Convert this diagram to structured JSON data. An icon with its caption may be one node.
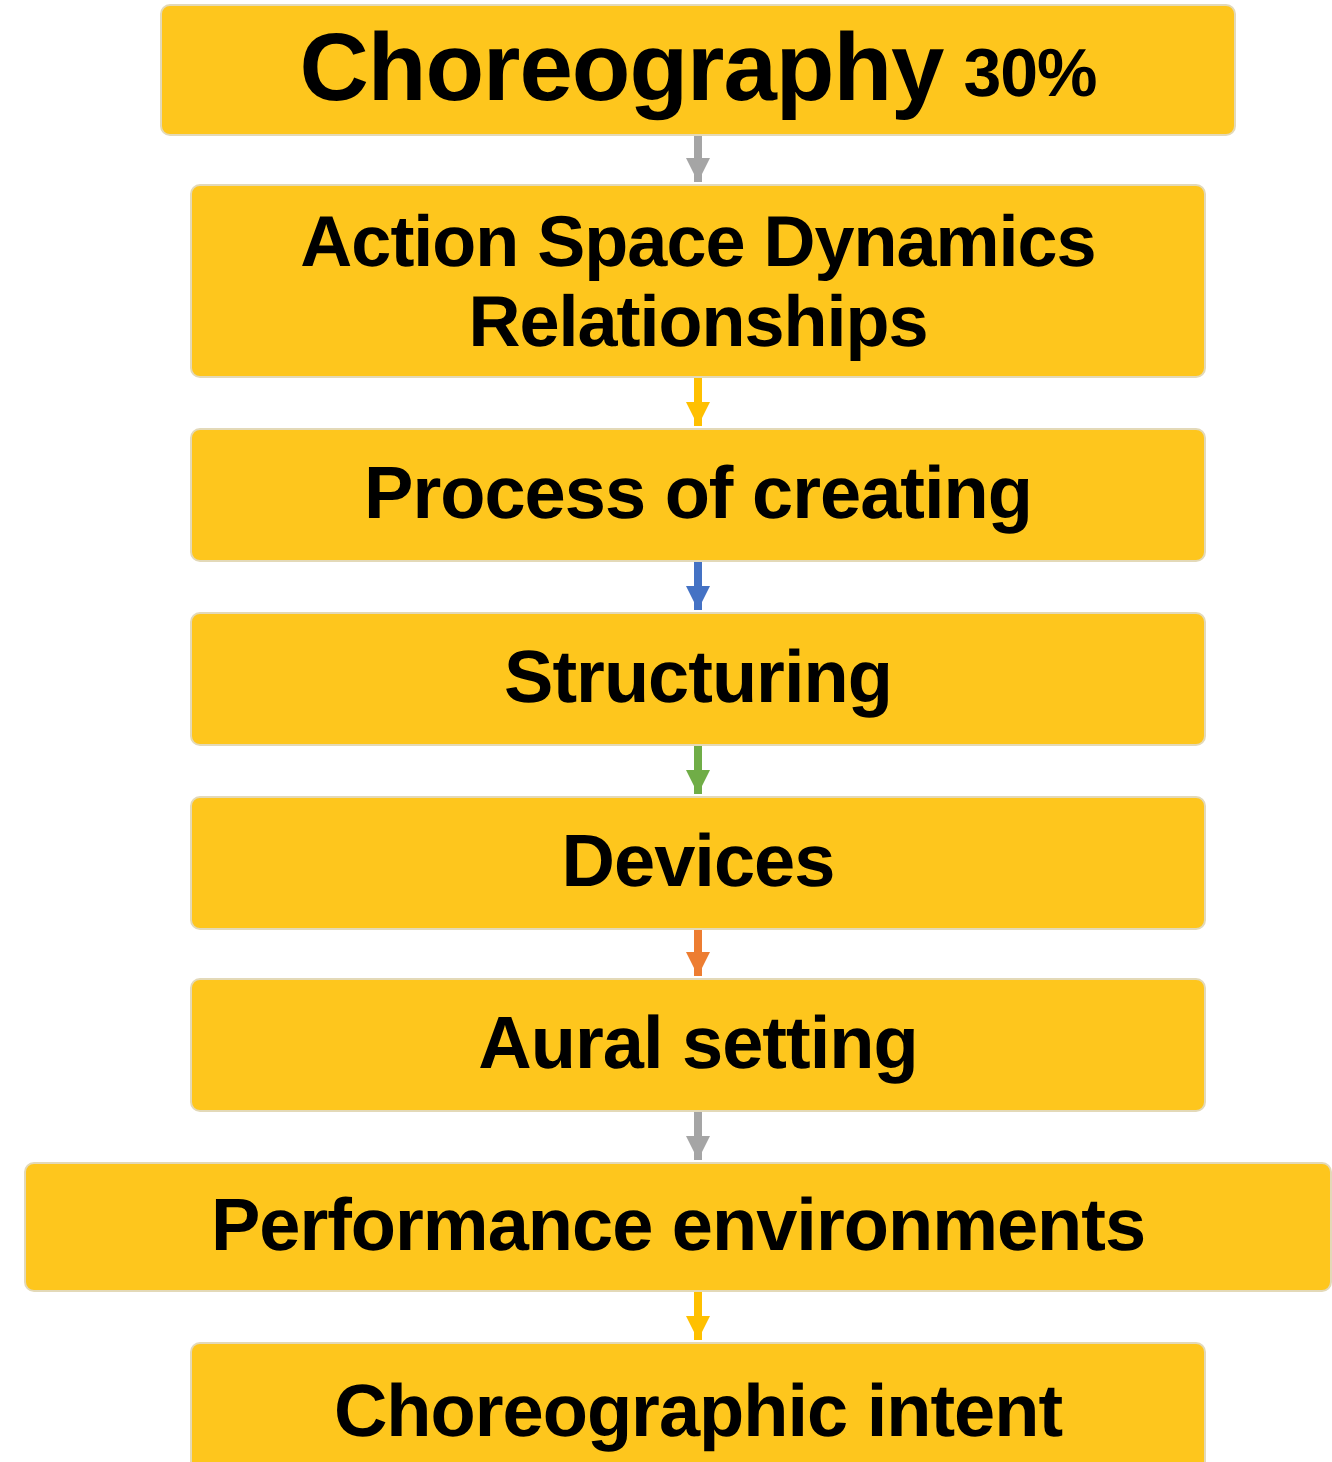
{
  "diagram": {
    "nodes": [
      {
        "text": [
          "Choreography",
          "30%"
        ]
      },
      {
        "text": [
          "Action Space Dynamics Relationships"
        ]
      },
      {
        "text": [
          "Process of creating"
        ]
      },
      {
        "text": [
          "Structuring"
        ]
      },
      {
        "text": [
          "Devices"
        ]
      },
      {
        "text": [
          "Aural setting"
        ]
      },
      {
        "text": [
          "Performance environments"
        ]
      },
      {
        "text": [
          "Choreographic intent"
        ]
      }
    ],
    "edges": [
      {
        "from": 0,
        "to": 1,
        "arrow": "to",
        "color": "#a5a5a5"
      },
      {
        "from": 1,
        "to": 2,
        "arrow": "to",
        "color": "#ffc000"
      },
      {
        "from": 2,
        "to": 3,
        "arrow": "to",
        "color": "#4472c4"
      },
      {
        "from": 3,
        "to": 4,
        "arrow": "to",
        "color": "#70ad47"
      },
      {
        "from": 4,
        "to": 5,
        "arrow": "to",
        "color": "#ed7d31"
      },
      {
        "from": 5,
        "to": 6,
        "arrow": "to",
        "color": "#a5a5a5"
      },
      {
        "from": 6,
        "to": 7,
        "arrow": "to",
        "color": "#ffc000"
      }
    ]
  }
}
